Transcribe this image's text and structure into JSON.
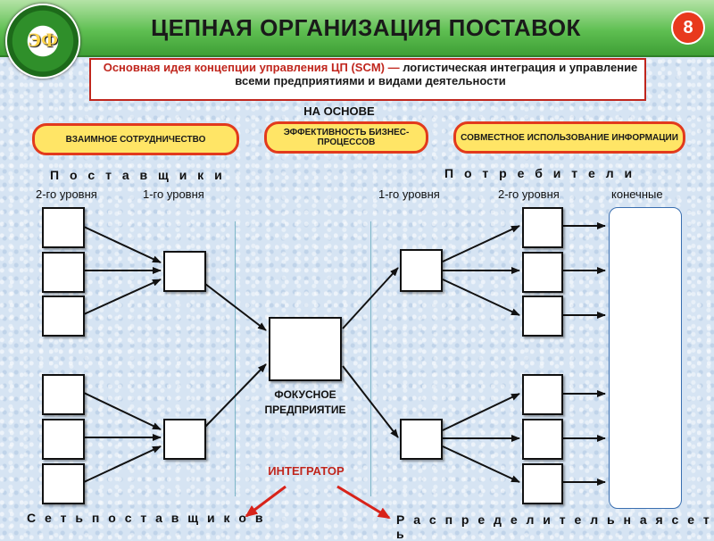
{
  "header": {
    "logo_text": "ЭФ",
    "title": "ЦЕПНАЯ ОРГАНИЗАЦИЯ ПОСТАВОК",
    "slide_number": "8"
  },
  "idea": {
    "highlight": "Основная идея концепции управления ЦП (SCM) —",
    "rest": " логистическая интеграция и управление всеми предприятиями и видами деятельности"
  },
  "on_basis": "НА ОСНОВЕ",
  "principles": [
    "ВЗАИМНОЕ СОТРУДНИЧЕСТВО",
    "ЭФФЕКТИВНОСТЬ БИЗНЕС-ПРОЦЕССОВ",
    "СОВМЕСТНОЕ ИСПОЛЬЗОВАНИЕ ИНФОРМАЦИИ"
  ],
  "suppliers": {
    "heading": "П о с т а в щ и к и",
    "level2": "2-го уровня",
    "level1": "1-го уровня"
  },
  "consumers": {
    "heading": "П о т р е б и т е л и",
    "level1": "1-го уровня",
    "level2": "2-го уровня",
    "final": "конечные"
  },
  "focus": {
    "line1": "ФОКУСНОЕ",
    "line2": "ПРЕДПРИЯТИЕ"
  },
  "integrator": "ИНТЕГРАТОР",
  "bottom": {
    "supplier_network": "С е т ь   п о с т а в щ и к о в",
    "distribution_network": "Р а с п р е д е л и т е л ь н а я   с е т ь"
  },
  "colors": {
    "header_green": "#5fbf52",
    "accent_red": "#e23a1c",
    "pill_yellow": "#ffe566"
  }
}
